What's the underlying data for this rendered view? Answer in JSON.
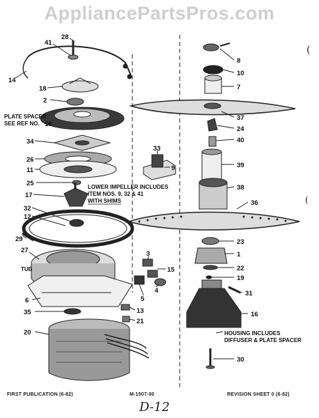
{
  "watermark": "AppliancePartsPros.com",
  "callouts": {
    "c28": "28",
    "c41": "41",
    "c14": "14",
    "c18": "18",
    "c2": "2",
    "c16": "16",
    "c34": "34",
    "c26": "26",
    "c11": "11",
    "c25": "25",
    "c17": "17",
    "c32": "32",
    "c12": "12",
    "c29": "29",
    "c27": "27",
    "c6": "6",
    "c35": "35",
    "c20": "20",
    "c33": "33",
    "c9": "9",
    "c3": "3",
    "c15": "15",
    "c5": "5",
    "c4": "4",
    "c13": "13",
    "c21": "21",
    "r8": "8",
    "r10": "10",
    "r7": "7",
    "r37": "37",
    "r24": "24",
    "r40": "40",
    "r39": "39",
    "r38": "38",
    "r36": "36",
    "r23": "23",
    "r1": "1",
    "r22": "22",
    "r19": "19",
    "r31": "31",
    "r16": "16",
    "r30": "30"
  },
  "notes": {
    "plate_spacer_1": "PLATE SPACER",
    "plate_spacer_2": "SEE REF NO.",
    "tub": "TUB",
    "impeller_1": "LOWER IMPELLER INCLUDES",
    "impeller_2": "ITEM NOS. 9, 32 & 41",
    "impeller_3": "WITH SHIMS",
    "housing_1": "HOUSING INCLUDES",
    "housing_2": "DIFFUSER & PLATE SPACER"
  },
  "footer": {
    "left": "FIRST PUBLICATION (6-82)",
    "center": "M-1507-00",
    "right": "REVISION SHEET 0 (6-82)",
    "handwritten": "D-12"
  },
  "margin_marks": {
    "top": "(",
    "middle": "("
  }
}
